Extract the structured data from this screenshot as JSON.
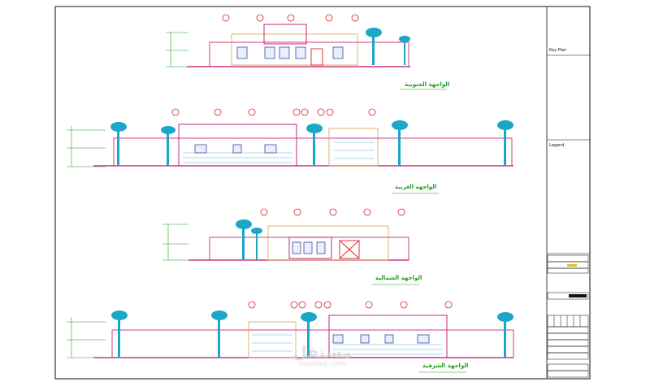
{
  "drawing": {
    "sheet_label_top": "Key Plan",
    "sheet_label_mid": "Legend",
    "elevations": [
      {
        "caption": "الواجهة الجنوبية"
      },
      {
        "caption": "الواجهة الغربية"
      },
      {
        "caption": "الواجهة الشمالية"
      },
      {
        "caption": "الواجهة الشرقية"
      }
    ]
  },
  "watermark": {
    "logo": "مستقل",
    "url": "mostaql.com"
  },
  "colors": {
    "frame": "#111111",
    "wall": "#c0106a",
    "detail": "#d6a24a",
    "tree": "#1aa7c8",
    "dimension": "#1e9e1e",
    "marker": "#e02020",
    "window": "#2a2a8a"
  }
}
